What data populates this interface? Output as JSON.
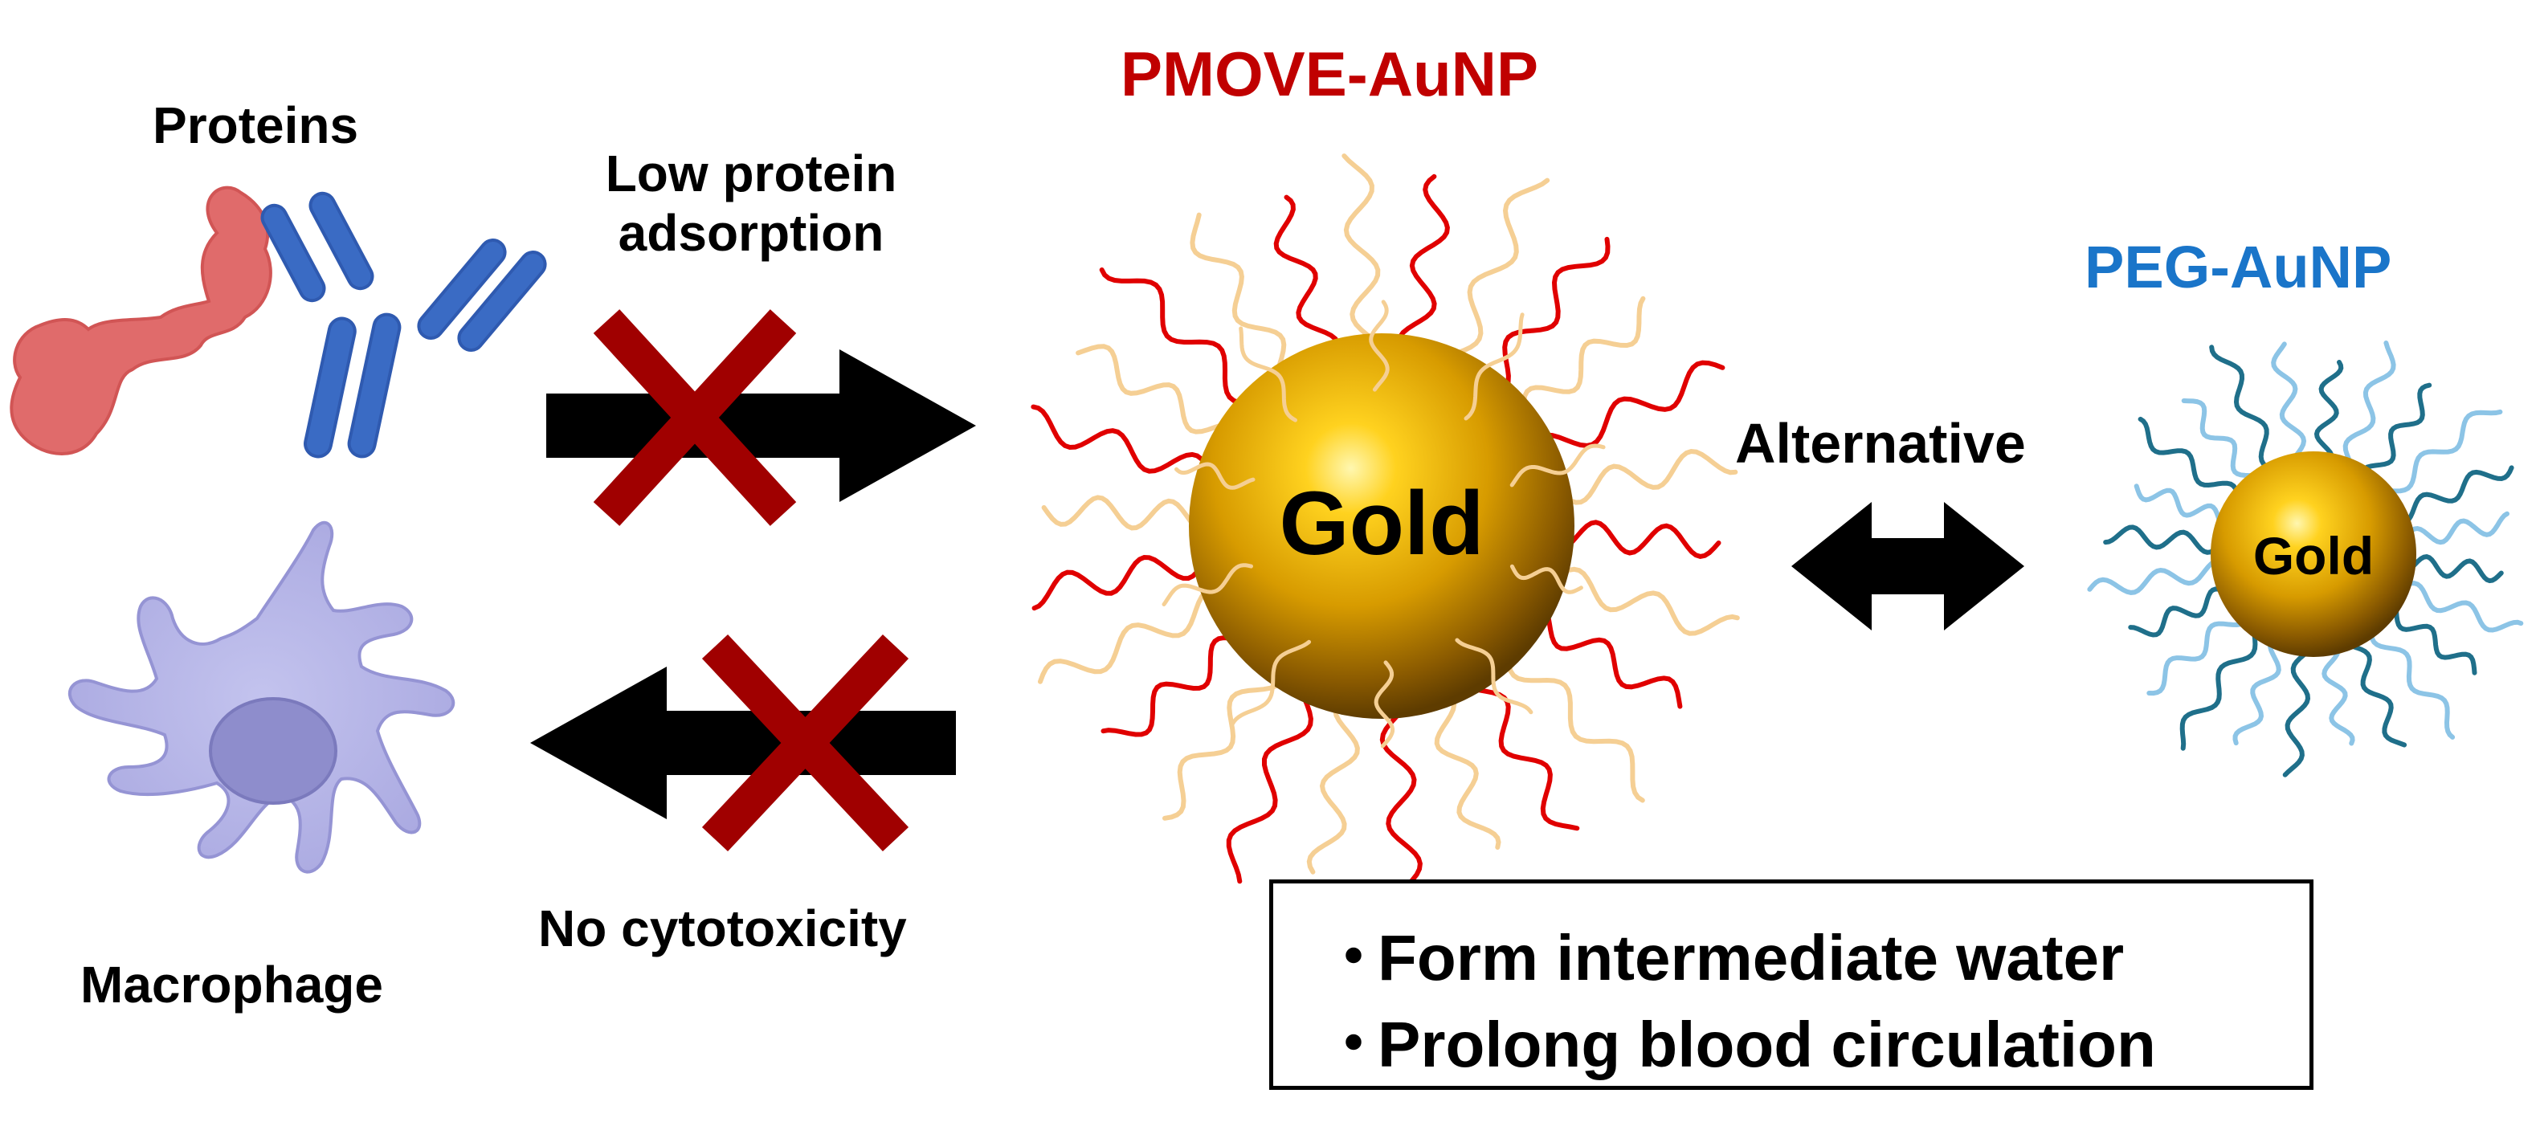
{
  "title_left": "PMOVE-AuNP",
  "title_right": "PEG-AuNP",
  "proteins_label": "Proteins",
  "low_protein_label": [
    "Low protein",
    "adsorption"
  ],
  "macrophage_label": "Macrophage",
  "cytotoxicity_label": "No cytotoxicity",
  "alternative_label": "Alternative",
  "gold_large_label": "Gold",
  "gold_small_label": "Gold",
  "properties": [
    "Form intermediate water",
    "Prolong blood circulation"
  ],
  "bullet": "・",
  "colors": {
    "pmove_title": "#c00000",
    "peg_title": "#1a75c9",
    "gold": "#e0a800",
    "pmove_chain_red": "#e00000",
    "pmove_chain_tan": "#f5cf94",
    "peg_chain_dark": "#1f6f8a",
    "peg_chain_light": "#8cc4e6",
    "protein_blob": "#e06b6b",
    "antibody": "#3a6bc4",
    "macrophage": "#b3b2e6",
    "cross": "#a00000"
  },
  "icons": [
    "protein-blob-icon",
    "antibody-icon",
    "macrophage-icon",
    "cross-mark-icon",
    "arrow-icon",
    "gold-nanoparticle-icon"
  ]
}
